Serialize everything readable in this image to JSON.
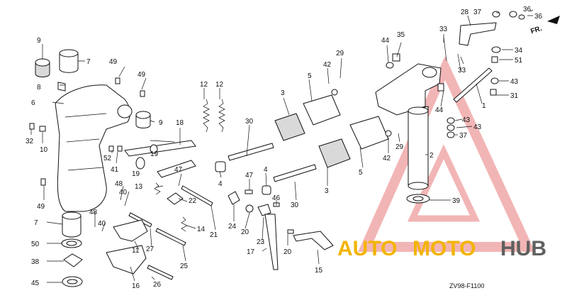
{
  "diagram": {
    "code": "ZV98-F1100",
    "direction_label": "FR.",
    "labels": [
      {
        "id": "9a",
        "text": "9"
      },
      {
        "id": "7a",
        "text": "7"
      },
      {
        "id": "49a",
        "text": "49"
      },
      {
        "id": "8",
        "text": "8"
      },
      {
        "id": "49b",
        "text": "49"
      },
      {
        "id": "6",
        "text": "6"
      },
      {
        "id": "9b",
        "text": "9"
      },
      {
        "id": "32",
        "text": "32"
      },
      {
        "id": "10",
        "text": "10"
      },
      {
        "id": "49c",
        "text": "49"
      },
      {
        "id": "7b",
        "text": "7"
      },
      {
        "id": "50",
        "text": "50"
      },
      {
        "id": "38",
        "text": "38"
      },
      {
        "id": "45",
        "text": "45"
      },
      {
        "id": "52",
        "text": "52"
      },
      {
        "id": "41",
        "text": "41"
      },
      {
        "id": "19a",
        "text": "19"
      },
      {
        "id": "19b",
        "text": "19"
      },
      {
        "id": "18",
        "text": "18"
      },
      {
        "id": "13",
        "text": "13"
      },
      {
        "id": "47a",
        "text": "47"
      },
      {
        "id": "48a",
        "text": "48"
      },
      {
        "id": "40a",
        "text": "40"
      },
      {
        "id": "48b",
        "text": "48"
      },
      {
        "id": "40b",
        "text": "40"
      },
      {
        "id": "22",
        "text": "22"
      },
      {
        "id": "11",
        "text": "11"
      },
      {
        "id": "27",
        "text": "27"
      },
      {
        "id": "14",
        "text": "14"
      },
      {
        "id": "21",
        "text": "21"
      },
      {
        "id": "16",
        "text": "16"
      },
      {
        "id": "25",
        "text": "25"
      },
      {
        "id": "26",
        "text": "26"
      },
      {
        "id": "12a",
        "text": "12"
      },
      {
        "id": "12b",
        "text": "12"
      },
      {
        "id": "30a",
        "text": "30"
      },
      {
        "id": "4a",
        "text": "4"
      },
      {
        "id": "47b",
        "text": "47"
      },
      {
        "id": "4b",
        "text": "4"
      },
      {
        "id": "30b",
        "text": "30"
      },
      {
        "id": "24",
        "text": "24"
      },
      {
        "id": "20a",
        "text": "20"
      },
      {
        "id": "46",
        "text": "46"
      },
      {
        "id": "23",
        "text": "23"
      },
      {
        "id": "17",
        "text": "17"
      },
      {
        "id": "20b",
        "text": "20"
      },
      {
        "id": "15",
        "text": "15"
      },
      {
        "id": "3a",
        "text": "3"
      },
      {
        "id": "5a",
        "text": "5"
      },
      {
        "id": "42a",
        "text": "42"
      },
      {
        "id": "29a",
        "text": "29"
      },
      {
        "id": "3b",
        "text": "3"
      },
      {
        "id": "5b",
        "text": "5"
      },
      {
        "id": "42b",
        "text": "42"
      },
      {
        "id": "29b",
        "text": "29"
      },
      {
        "id": "44a",
        "text": "44"
      },
      {
        "id": "35",
        "text": "35"
      },
      {
        "id": "33a",
        "text": "33"
      },
      {
        "id": "33b",
        "text": "33"
      },
      {
        "id": "28",
        "text": "28"
      },
      {
        "id": "37a",
        "text": "37"
      },
      {
        "id": "36a",
        "text": "36"
      },
      {
        "id": "36b",
        "text": "36"
      },
      {
        "id": "34",
        "text": "34"
      },
      {
        "id": "51",
        "text": "51"
      },
      {
        "id": "43a",
        "text": "43"
      },
      {
        "id": "31",
        "text": "31"
      },
      {
        "id": "1",
        "text": "1"
      },
      {
        "id": "44b",
        "text": "44"
      },
      {
        "id": "43b",
        "text": "43"
      },
      {
        "id": "43c",
        "text": "43"
      },
      {
        "id": "37b",
        "text": "37"
      },
      {
        "id": "2",
        "text": "2"
      },
      {
        "id": "39",
        "text": "39"
      }
    ]
  },
  "watermark": {
    "auto": "AUTO",
    "moto": "MOTO",
    "hub": "HUB",
    "color_primary": "#f3b400",
    "color_secondary": "#606060",
    "triangle_color": "#e03c3c"
  }
}
